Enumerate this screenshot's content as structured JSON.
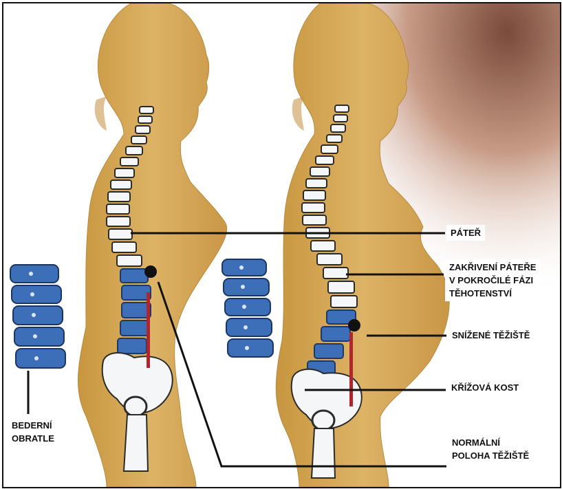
{
  "labels": {
    "spine": "PÁTEŘ",
    "curvature": "ZAKŘIVENÍ PÁTEŘE\nV POKROČILÉ FÁZI\nTĚHOTENSTVÍ",
    "lowered_cog": "SNÍŽENÉ TĚŽIŠTĚ",
    "sacrum": "KŘÍŽOVÁ KOST",
    "normal_cog": "NORMÁLNÍ\nPOLOHA TĚŽIŠTĚ",
    "lumbar": "BEDERNÍ\nOBRATLE"
  },
  "colors": {
    "skin": "#d9ad5f",
    "skin_dark": "#b98a3e",
    "vertebra_white": "#f4f6f8",
    "vertebra_blue": "#3d6fb8",
    "gravity_line": "#b0262e",
    "background_shade": "#8a5a48"
  },
  "icons": [
    "spine-icon",
    "pelvis-icon",
    "lumbar-vertebrae-icon"
  ]
}
